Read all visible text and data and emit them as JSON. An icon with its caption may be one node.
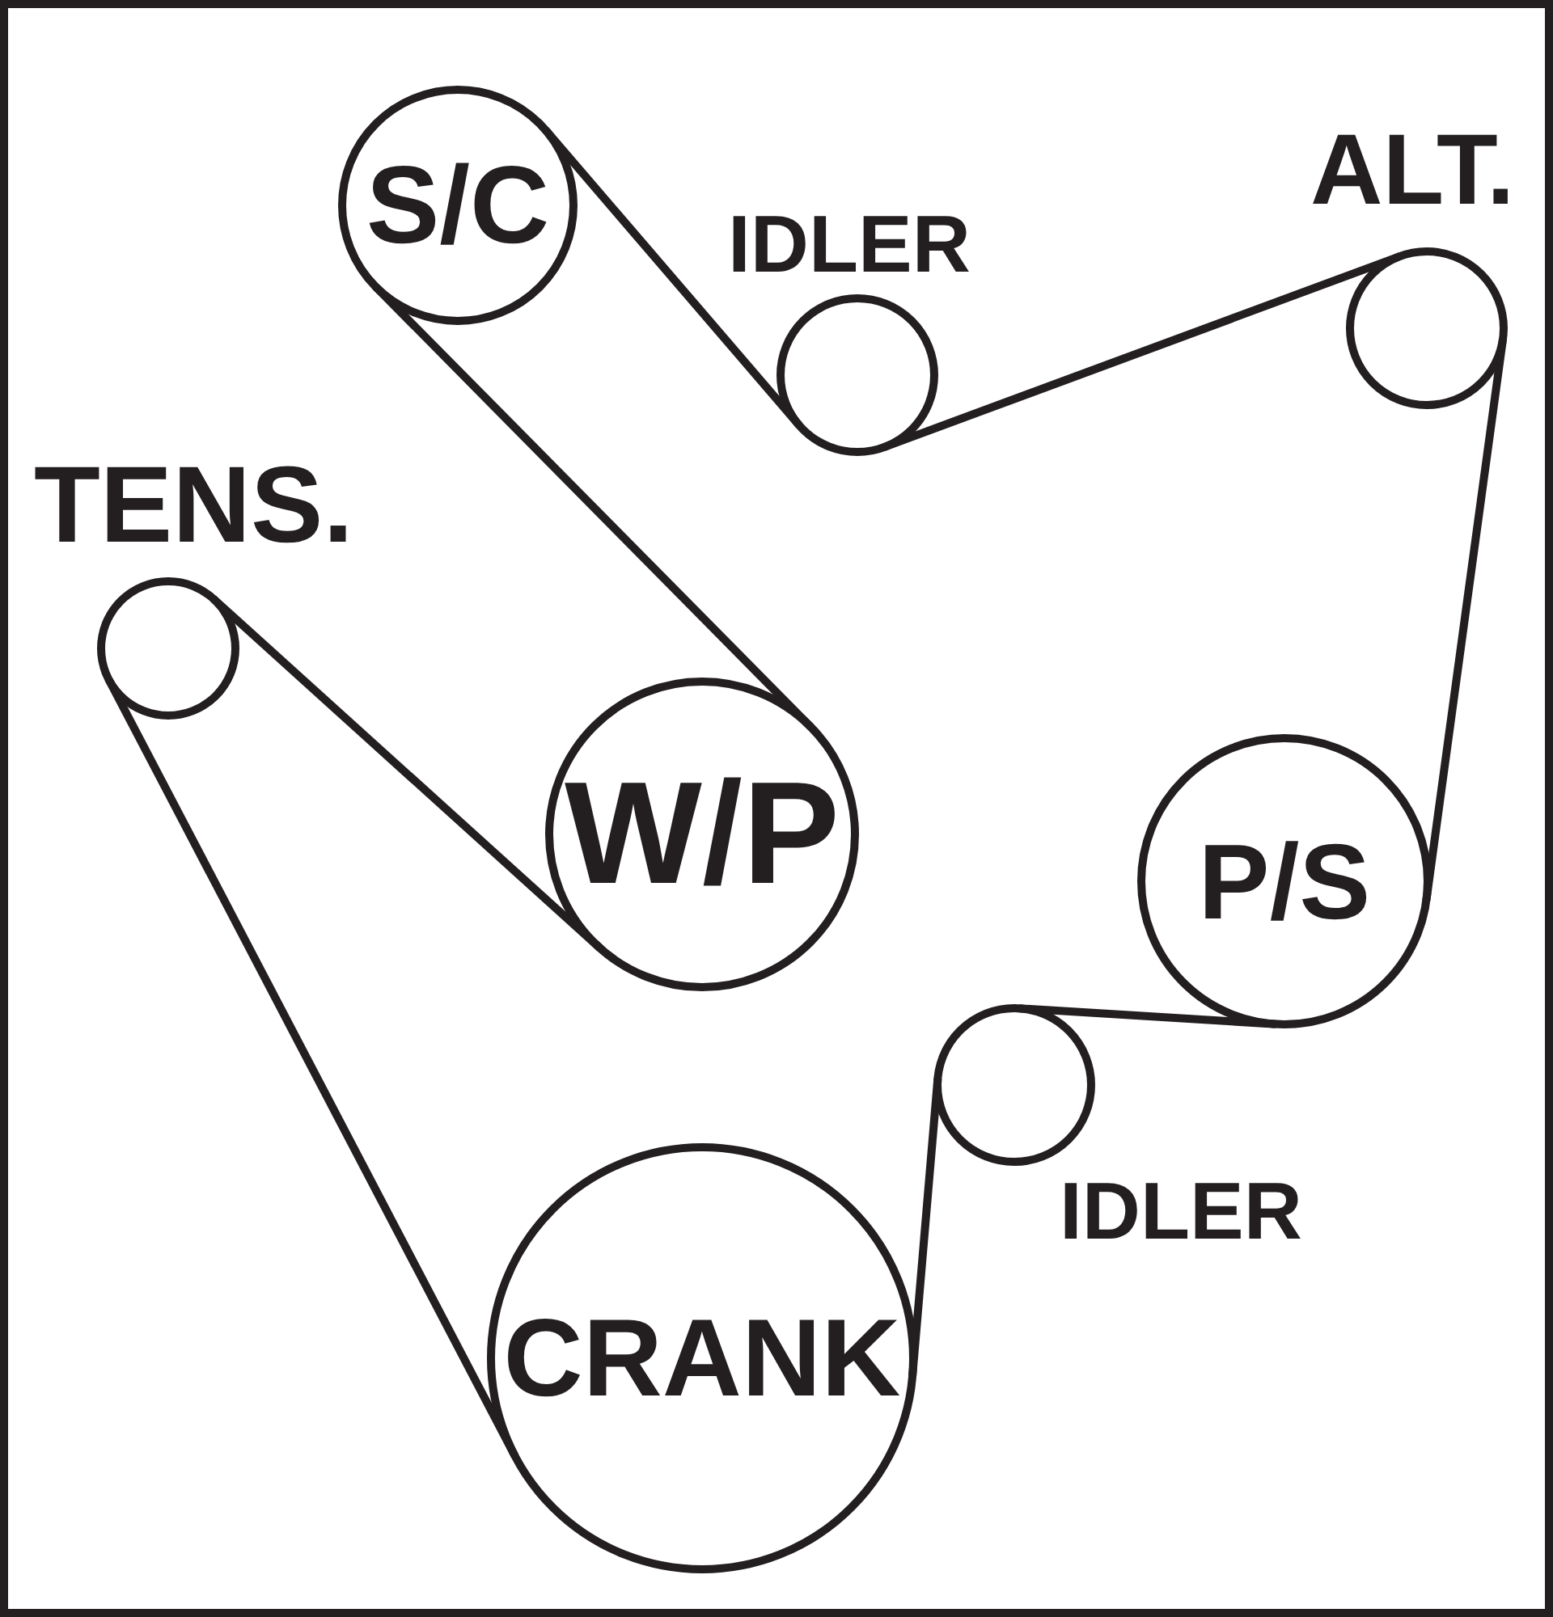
{
  "diagram": {
    "nodes": [
      {
        "text": [
          "S/C"
        ]
      },
      {
        "text": [
          "IDLER"
        ]
      },
      {
        "text": [
          "ALT."
        ]
      },
      {
        "text": [
          "TENS."
        ]
      },
      {
        "text": [
          "W/P"
        ]
      },
      {
        "text": [
          "P/S"
        ]
      },
      {
        "text": [
          "IDLER"
        ]
      },
      {
        "text": [
          "CRANK"
        ]
      }
    ],
    "edges": [
      {
        "from": 0,
        "to": 1,
        "arrow": "none"
      },
      {
        "from": 1,
        "to": 2,
        "arrow": "none"
      },
      {
        "from": 2,
        "to": 5,
        "arrow": "none"
      },
      {
        "from": 5,
        "to": 6,
        "arrow": "none"
      },
      {
        "from": 6,
        "to": 7,
        "arrow": "none"
      },
      {
        "from": 7,
        "to": 3,
        "arrow": "none"
      },
      {
        "from": 3,
        "to": 4,
        "arrow": "none"
      },
      {
        "from": 4,
        "to": 0,
        "arrow": "none"
      }
    ]
  }
}
